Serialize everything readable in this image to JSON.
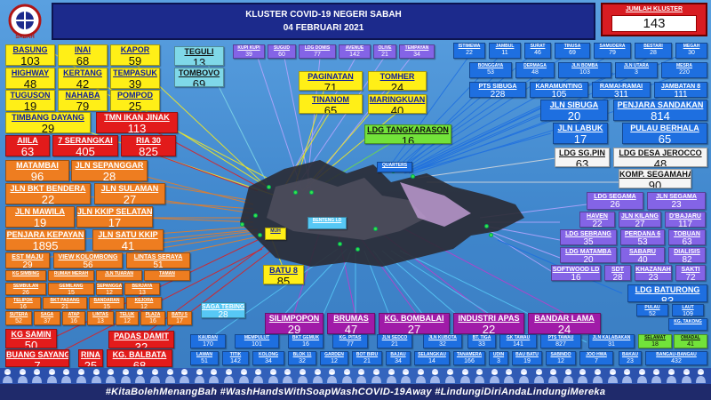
{
  "header": {
    "title": "KLUSTER COVID-19 NEGERI SABAH",
    "date": "04 FEBRUARI 2021"
  },
  "total": {
    "label": "JUMLAH KLUSTER",
    "value": "143"
  },
  "logo": {
    "text": "SABAH"
  },
  "footer": {
    "hashtags": "#KitaBolehMenangBah #WashHandsWithSoapWashCOVID-19Away #LindungiDiriAndaLindungiMereka"
  },
  "clusters": [
    {
      "id": "basung",
      "name": "BASUNG",
      "value": "103",
      "color": "y"
    },
    {
      "id": "inai",
      "name": "INAI",
      "value": "68",
      "color": "y"
    },
    {
      "id": "kapor",
      "name": "KAPOR",
      "value": "59",
      "color": "y"
    },
    {
      "id": "highway",
      "name": "HIGHWAY",
      "value": "48",
      "color": "y"
    },
    {
      "id": "kertang",
      "name": "KERTANG",
      "value": "42",
      "color": "y"
    },
    {
      "id": "tempasuk",
      "name": "TEMPASUK",
      "value": "39",
      "color": "y"
    },
    {
      "id": "tuguson",
      "name": "TUGUSON",
      "value": "19",
      "color": "y"
    },
    {
      "id": "nahaba",
      "name": "NAHABA",
      "value": "79",
      "color": "y"
    },
    {
      "id": "pompod",
      "name": "POMPOD",
      "value": "25",
      "color": "y"
    },
    {
      "id": "timbang",
      "name": "TIMBANG DAYANG",
      "value": "29",
      "color": "y"
    },
    {
      "id": "tmn_ikan",
      "name": "TMN IKAN JINAK",
      "value": "113",
      "color": "r"
    },
    {
      "id": "aiila",
      "name": "AIILA",
      "value": "63",
      "color": "r"
    },
    {
      "id": "serangkai",
      "name": "7 SERANGKAI",
      "value": "405",
      "color": "r"
    },
    {
      "id": "ria30",
      "name": "RIA 30",
      "value": "825",
      "color": "r"
    },
    {
      "id": "teguli",
      "name": "TEGULI",
      "value": "13",
      "color": "t"
    },
    {
      "id": "tombovo",
      "name": "TOMBOVO",
      "value": "69",
      "color": "t"
    },
    {
      "id": "kupikupi",
      "name": "KUPI KUPI",
      "value": "39",
      "color": "p"
    },
    {
      "id": "suguo",
      "name": "SUGUD",
      "value": "60",
      "color": "p"
    },
    {
      "id": "ldgdomis",
      "name": "LDG DOMIS",
      "value": "77",
      "color": "p"
    },
    {
      "id": "avenue",
      "name": "AVENUE",
      "value": "142",
      "color": "p"
    },
    {
      "id": "olive",
      "name": "OLIVE",
      "value": "21",
      "color": "p"
    },
    {
      "id": "tempayan",
      "name": "TEMPAYAN",
      "value": "34",
      "color": "p"
    },
    {
      "id": "paginatan",
      "name": "PAGINATAN",
      "value": "71",
      "color": "y"
    },
    {
      "id": "tomher",
      "name": "TOMHER",
      "value": "24",
      "color": "y"
    },
    {
      "id": "tinanom",
      "name": "TINANOM",
      "value": "65",
      "color": "y"
    },
    {
      "id": "maringkuan",
      "name": "MARINGKUAN",
      "value": "40",
      "color": "y"
    },
    {
      "id": "tangkarason",
      "name": "LDG TANGKARASON",
      "value": "16",
      "color": "g"
    },
    {
      "id": "matambai",
      "name": "MATAMBAI",
      "value": "96",
      "color": "o"
    },
    {
      "id": "sepanggar",
      "name": "JLN SEPANGGAR",
      "value": "28",
      "color": "o"
    },
    {
      "id": "bktbendera",
      "name": "JLN BKT BENDERA",
      "value": "22",
      "color": "o"
    },
    {
      "id": "sulaman",
      "name": "JLN SULAMAN",
      "value": "27",
      "color": "o"
    },
    {
      "id": "mawila",
      "name": "JLN MAWILA",
      "value": "19",
      "color": "o"
    },
    {
      "id": "kkipselatan",
      "name": "JLN KKIP SELATAN",
      "value": "17",
      "color": "o"
    },
    {
      "id": "kepayan",
      "name": "PENJARA KEPAYAN",
      "value": "1895",
      "color": "o"
    },
    {
      "id": "satukkip",
      "name": "JLN SATU KKIP",
      "value": "41",
      "color": "o"
    },
    {
      "id": "estmaju",
      "name": "EST MAJU",
      "value": "29",
      "color": "o"
    },
    {
      "id": "kolombong",
      "name": "VIEW KOLOMBONG",
      "value": "56",
      "color": "o"
    },
    {
      "id": "lintas",
      "name": "LINTAS SERAYA",
      "value": "51",
      "color": "o"
    },
    {
      "id": "kgsamin",
      "name": "KG SAMIN",
      "value": "50",
      "color": "r"
    },
    {
      "id": "padasdamit",
      "name": "PADAS DAMIT",
      "value": "32",
      "color": "r"
    },
    {
      "id": "buangsayang",
      "name": "BUANG SAYANG",
      "value": "7",
      "color": "r"
    },
    {
      "id": "rina",
      "name": "RINA",
      "value": "25",
      "color": "r"
    },
    {
      "id": "balbata",
      "name": "KG. BALBATA",
      "value": "68",
      "color": "r"
    },
    {
      "id": "batu8",
      "name": "BATU 8",
      "value": "85",
      "color": "y"
    },
    {
      "id": "sagatebing",
      "name": "SAGA TEBING",
      "value": "28",
      "color": "lb"
    },
    {
      "id": "silimpopon",
      "name": "SILIMPOPON",
      "value": "29",
      "color": "m"
    },
    {
      "id": "brumas",
      "name": "BRUMAS",
      "value": "47",
      "color": "m"
    },
    {
      "id": "kgbombalai",
      "name": "KG. BOMBALAI",
      "value": "27",
      "color": "m"
    },
    {
      "id": "industriapas",
      "name": "INDUSTRI APAS",
      "value": "22",
      "color": "m"
    },
    {
      "id": "bandarlama",
      "name": "BANDAR LAMA",
      "value": "24",
      "color": "m"
    },
    {
      "id": "istimewa",
      "name": "ISTIMEWA",
      "value": "22",
      "color": "b"
    },
    {
      "id": "jambul",
      "name": "JAMBUL",
      "value": "11",
      "color": "b"
    },
    {
      "id": "surat",
      "name": "SURAT",
      "value": "46",
      "color": "b"
    },
    {
      "id": "tinusa",
      "name": "TINUSA",
      "value": "69",
      "color": "b"
    },
    {
      "id": "samudera",
      "name": "SAMUDERA",
      "value": "79",
      "color": "b"
    },
    {
      "id": "bestari",
      "name": "BESTARI",
      "value": "28",
      "color": "b"
    },
    {
      "id": "megah",
      "name": "MEGAH",
      "value": "30",
      "color": "b"
    },
    {
      "id": "bonggaya",
      "name": "BONGGAYA",
      "value": "53",
      "color": "b"
    },
    {
      "id": "dermaga",
      "name": "DERMAGA",
      "value": "48",
      "color": "b"
    },
    {
      "id": "bomba",
      "name": "JLN BOMBA",
      "value": "103",
      "color": "b"
    },
    {
      "id": "utara",
      "name": "JLN UTARA",
      "value": "3",
      "color": "b"
    },
    {
      "id": "mesra",
      "name": "MESRA",
      "value": "220",
      "color": "b"
    },
    {
      "id": "ptssibuga",
      "name": "PTS SIBUGA",
      "value": "228",
      "color": "b"
    },
    {
      "id": "karamunting",
      "name": "KARAMUNTING",
      "value": "105",
      "color": "b"
    },
    {
      "id": "ramairamai",
      "name": "RAMAI-RAMAI",
      "value": "311",
      "color": "b"
    },
    {
      "id": "jambatan",
      "name": "JAMBATAN 8",
      "value": "111",
      "color": "b"
    },
    {
      "id": "sibuga",
      "name": "JLN SIBUGA",
      "value": "20",
      "color": "b"
    },
    {
      "id": "penjarasdk",
      "name": "PENJARA SANDAKAN",
      "value": "814",
      "color": "b"
    },
    {
      "id": "labuk",
      "name": "JLN LABUK",
      "value": "17",
      "color": "b"
    },
    {
      "id": "berhala",
      "name": "PULAU BERHALA",
      "value": "65",
      "color": "b"
    },
    {
      "id": "sgpin",
      "name": "LDG SG.PIN",
      "value": "63",
      "color": "w"
    },
    {
      "id": "jerocco",
      "name": "LDG DESA JEROCCO",
      "value": "48",
      "color": "w"
    },
    {
      "id": "segamaha",
      "name": "KOMP. SEGAMAHA",
      "value": "90",
      "color": "w"
    },
    {
      "id": "ldgsegama",
      "name": "LDG SEGAMA",
      "value": "26",
      "color": "p"
    },
    {
      "id": "jlnsegama",
      "name": "JLN SEGAMA",
      "value": "23",
      "color": "p"
    },
    {
      "id": "haven",
      "name": "HAVEN",
      "value": "22",
      "color": "p"
    },
    {
      "id": "kilang",
      "name": "JLN KILANG",
      "value": "27",
      "color": "p"
    },
    {
      "id": "dbajaru",
      "name": "D'BAJARU",
      "value": "117",
      "color": "p"
    },
    {
      "id": "sebrang",
      "name": "LDG SEBRANG",
      "value": "35",
      "color": "p"
    },
    {
      "id": "perdana6",
      "name": "PERDANA 6",
      "value": "53",
      "color": "p"
    },
    {
      "id": "tobuan",
      "name": "TOBUAN",
      "value": "63",
      "color": "p"
    },
    {
      "id": "matamba",
      "name": "LDG MATAMBA",
      "value": "20",
      "color": "p"
    },
    {
      "id": "sabaru",
      "name": "SABARU",
      "value": "40",
      "color": "p"
    },
    {
      "id": "dialisis",
      "name": "DIALISIS",
      "value": "82",
      "color": "p"
    },
    {
      "id": "softwood",
      "name": "SOFTWOOD LD",
      "value": "16",
      "color": "p"
    },
    {
      "id": "sdt",
      "name": "SDT",
      "value": "28",
      "color": "p"
    },
    {
      "id": "khazanah",
      "name": "KHAZANAH",
      "value": "23",
      "color": "p"
    },
    {
      "id": "sakti",
      "name": "SAKTI",
      "value": "72",
      "color": "p"
    },
    {
      "id": "baturong",
      "name": "LDG BATURONG",
      "value": "83",
      "color": "b"
    },
    {
      "id": "pulau",
      "name": "PULAU",
      "value": "52",
      "color": "b"
    },
    {
      "id": "laut",
      "name": "LAUT",
      "value": "109",
      "color": "b"
    },
    {
      "id": "kauran",
      "name": "KAURAN",
      "value": "170",
      "color": "b"
    },
    {
      "id": "mempulut",
      "name": "MEMPULUT",
      "value": "101",
      "color": "b"
    },
    {
      "id": "bktgemuk",
      "name": "BKT GEMUK",
      "value": "16",
      "color": "b"
    },
    {
      "id": "kgpitas",
      "name": "KG. PITAS",
      "value": "77",
      "color": "b"
    },
    {
      "id": "jlnsedco",
      "name": "JLN SEDCO",
      "value": "21",
      "color": "b"
    },
    {
      "id": "jlnkubota",
      "name": "JLN KUBOTA",
      "value": "32",
      "color": "b"
    },
    {
      "id": "bttiga",
      "name": "BT. TIGA",
      "value": "33",
      "color": "b"
    },
    {
      "id": "gktawau",
      "name": "GK TAWAU",
      "value": "141",
      "color": "b"
    },
    {
      "id": "ptstawau",
      "name": "PTS TAWAU",
      "value": "827",
      "color": "b"
    },
    {
      "id": "kalabakan",
      "name": "JLN KALABAKAN",
      "value": "31",
      "color": "b"
    },
    {
      "id": "selamat",
      "name": "SELAMAT",
      "value": "18",
      "color": "g"
    },
    {
      "id": "omadal",
      "name": "OMADAL",
      "value": "41",
      "color": "g"
    }
  ],
  "small_clusters": [
    {
      "name": "KG SIMBING",
      "value": "20"
    },
    {
      "name": "RUMAH MERAH",
      "value": "42"
    },
    {
      "name": "JLN TUARAN",
      "value": "18"
    },
    {
      "name": "TAMAN",
      "value": "41"
    },
    {
      "name": "SEMBULAN",
      "value": "26"
    },
    {
      "name": "GEMILANG",
      "value": "15"
    },
    {
      "name": "SEPANGGAR",
      "value": "12"
    },
    {
      "name": "BERJAYA",
      "value": "13"
    },
    {
      "name": "TELIPOK",
      "value": "16"
    },
    {
      "name": "BKT PADANG",
      "value": "21"
    },
    {
      "name": "BANDARAN",
      "value": "15"
    },
    {
      "name": "KEJORA",
      "value": "12"
    },
    {
      "name": "SUTERA",
      "value": "52"
    },
    {
      "name": "SAGA",
      "value": "37"
    },
    {
      "name": "ATAP",
      "value": "16"
    },
    {
      "name": "LINTAS",
      "value": "13"
    },
    {
      "name": "TELUK",
      "value": "12"
    },
    {
      "name": "PLAZA",
      "value": "16"
    },
    {
      "name": "BATU 5",
      "value": "17"
    }
  ],
  "bottom_small": [
    {
      "name": "LAWAN",
      "value": "51"
    },
    {
      "name": "TITIK",
      "value": "142"
    },
    {
      "name": "KOLONG",
      "value": "34"
    },
    {
      "name": "BLOK 11",
      "value": "32"
    },
    {
      "name": "GARDEN",
      "value": "12"
    },
    {
      "name": "BOT BIRU",
      "value": "21"
    },
    {
      "name": "BAJAU",
      "value": "34"
    },
    {
      "name": "SELANGKAU",
      "value": "14"
    },
    {
      "name": "TANAMERA",
      "value": "166"
    },
    {
      "name": "UDIN",
      "value": "3"
    },
    {
      "name": "BAU BATU",
      "value": "19"
    },
    {
      "name": "SABINDO",
      "value": "12"
    },
    {
      "name": "JOO HWA",
      "value": "7"
    },
    {
      "name": "BAKAU",
      "value": "23"
    },
    {
      "name": "BANGAU-BANGAU",
      "value": "432"
    }
  ],
  "labels": {
    "quarters": "QUARTERS",
    "benting": "BENTENG LD",
    "muh": "MUH",
    "kgpiton": "KG. TAKONG"
  },
  "colors": {
    "yellow": "#ffef17",
    "orange": "#ee7d20",
    "red": "#e21b1b",
    "blue": "#1e6fe0",
    "purple": "#8464e6",
    "magenta": "#a01ba8"
  }
}
